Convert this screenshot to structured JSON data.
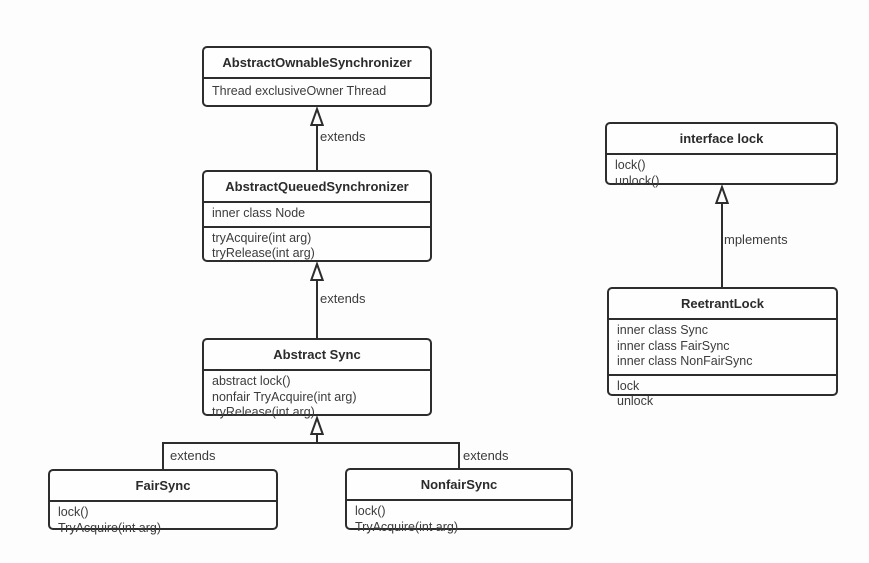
{
  "diagram": {
    "classes": {
      "abstract_ownable_synchronizer": {
        "title": "AbstractOwnableSynchronizer",
        "attributes": [
          "Thread exclusiveOwner Thread"
        ]
      },
      "abstract_queued_synchronizer": {
        "title": "AbstractQueuedSynchronizer",
        "attributes": [
          "inner class Node"
        ],
        "methods": [
          "tryAcquire(int arg)",
          "tryRelease(int arg)"
        ]
      },
      "abstract_sync": {
        "title": "Abstract Sync",
        "methods": [
          "abstract lock()",
          "nonfair TryAcquire(int arg)",
          "tryRelease(int arg)"
        ]
      },
      "fair_sync": {
        "title": "FairSync",
        "methods": [
          "lock()",
          "TryAcquire(int arg)"
        ]
      },
      "nonfair_sync": {
        "title": "NonfairSync",
        "methods": [
          "lock()",
          "TryAcquire(int arg)"
        ]
      },
      "interface_lock": {
        "title": "interface lock",
        "methods": [
          "lock()",
          "unlock()"
        ]
      },
      "reetrant_lock": {
        "title": "ReetrantLock",
        "attributes": [
          "inner class Sync",
          "inner class FairSync",
          "inner class NonFairSync"
        ],
        "methods": [
          "lock",
          "unlock"
        ]
      }
    },
    "edge_labels": {
      "extends_aqs_to_aos": "extends",
      "extends_as_to_aqs": "extends",
      "extends_fairsync": "extends",
      "extends_nonfairsync": "extends",
      "implements_lock": "mplements"
    },
    "colors": {
      "line": "#2d2d2d",
      "text": "#3c3c3c",
      "background": "#fdfdfd"
    }
  }
}
